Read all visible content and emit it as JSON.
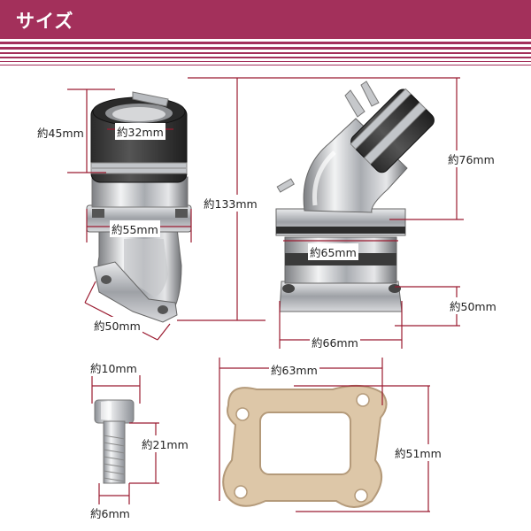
{
  "header": {
    "title": "サイズ",
    "color": "#a3305b"
  },
  "line_color": "#9b1b30",
  "intake": {
    "height": "約133mm",
    "front_view": {
      "boot_height": "約45mm",
      "boot_inner_diameter": "約32mm",
      "flange_width": "約55mm",
      "outlet_width": "約50mm"
    },
    "side_view": {
      "boot_height": "約76mm",
      "body_width": "約65mm",
      "reed_height": "約50mm",
      "base_width": "約66mm"
    }
  },
  "bolt": {
    "head_diameter": "約10mm",
    "length": "約21mm",
    "thread_diameter": "約6mm"
  },
  "gasket": {
    "width": "約63mm",
    "height": "約51mm"
  }
}
